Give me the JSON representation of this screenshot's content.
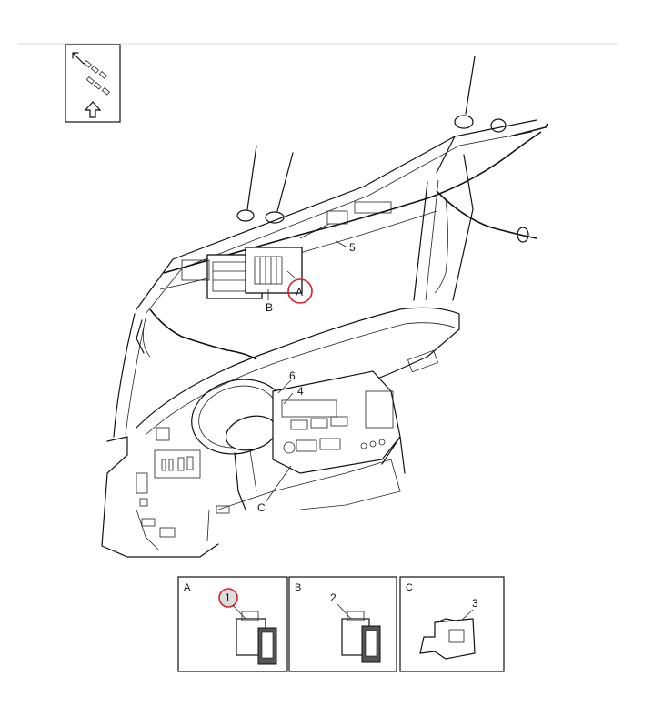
{
  "callouts": {
    "main": {
      "A": "A",
      "B": "B",
      "C": "C",
      "n1": "6",
      "n2": "4",
      "n3": "5"
    },
    "detail_A": {
      "letter": "A",
      "number": "1"
    },
    "detail_B": {
      "letter": "B",
      "number": "2"
    },
    "detail_C": {
      "letter": "C",
      "number": "3"
    }
  },
  "highlight_color": "#d2222a",
  "icons": {
    "view_icon": "orientation-view-icon",
    "arrow": "up-arrow-icon"
  }
}
